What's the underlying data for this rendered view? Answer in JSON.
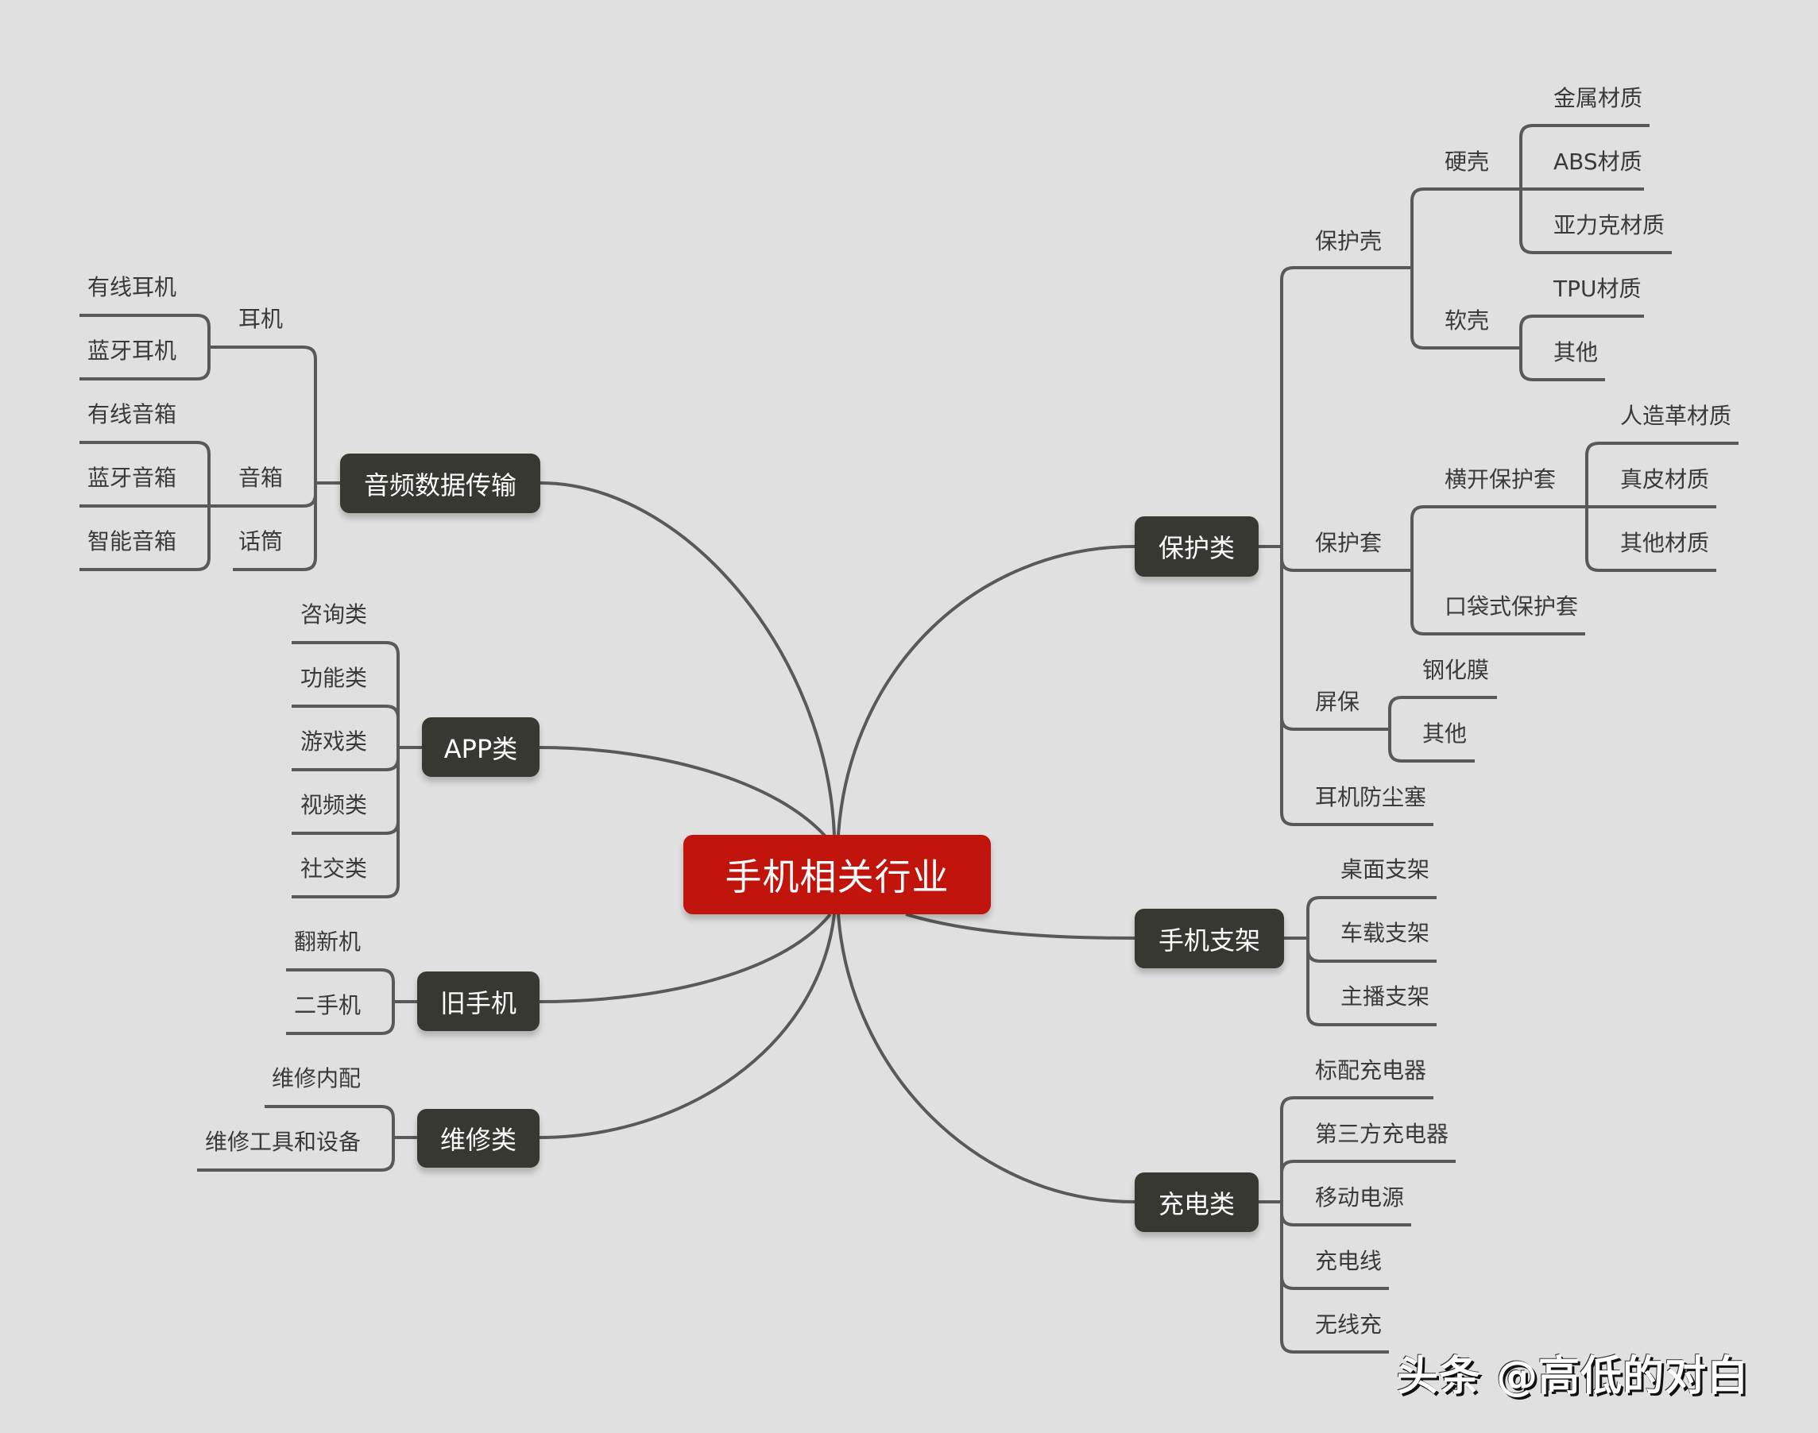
{
  "title": "手机相关行业",
  "colors": {
    "background": "#E0E0E0",
    "root": "#C0140C",
    "node": "#383833",
    "line": "#595959",
    "text": "#3A3A3A"
  },
  "branches": {
    "audio": {
      "label": "音频数据传输",
      "children": {
        "earphone": {
          "label": "耳机",
          "items": [
            "有线耳机",
            "蓝牙耳机"
          ]
        },
        "speaker": {
          "label": "音箱",
          "items": [
            "有线音箱",
            "蓝牙音箱",
            "智能音箱"
          ]
        },
        "mic": {
          "label": "话筒"
        }
      }
    },
    "app": {
      "label": "APP类",
      "items": [
        "咨询类",
        "功能类",
        "游戏类",
        "视频类",
        "社交类"
      ]
    },
    "used": {
      "label": "旧手机",
      "items": [
        "翻新机",
        "二手机"
      ]
    },
    "repair": {
      "label": "维修类",
      "items": [
        "维修内配",
        "维修工具和设备"
      ]
    },
    "protect": {
      "label": "保护类",
      "case": {
        "label": "保护壳",
        "hard": {
          "label": "硬壳",
          "items": [
            "金属材质",
            "ABS材质",
            "亚力克材质"
          ]
        },
        "soft": {
          "label": "软壳",
          "items": [
            "TPU材质",
            "其他"
          ]
        }
      },
      "cover": {
        "label": "保护套",
        "flip": {
          "label": "横开保护套",
          "items": [
            "人造革材质",
            "真皮材质",
            "其他材质"
          ]
        },
        "pocket": {
          "label": "口袋式保护套"
        }
      },
      "screen": {
        "label": "屏保",
        "items": [
          "钢化膜",
          "其他"
        ]
      },
      "plug": {
        "label": "耳机防尘塞"
      }
    },
    "stand": {
      "label": "手机支架",
      "items": [
        "桌面支架",
        "车载支架",
        "主播支架"
      ]
    },
    "charge": {
      "label": "充电类",
      "items": [
        "标配充电器",
        "第三方充电器",
        "移动电源",
        "充电线",
        "无线充"
      ]
    }
  },
  "watermark": "头条 @高低的对白"
}
